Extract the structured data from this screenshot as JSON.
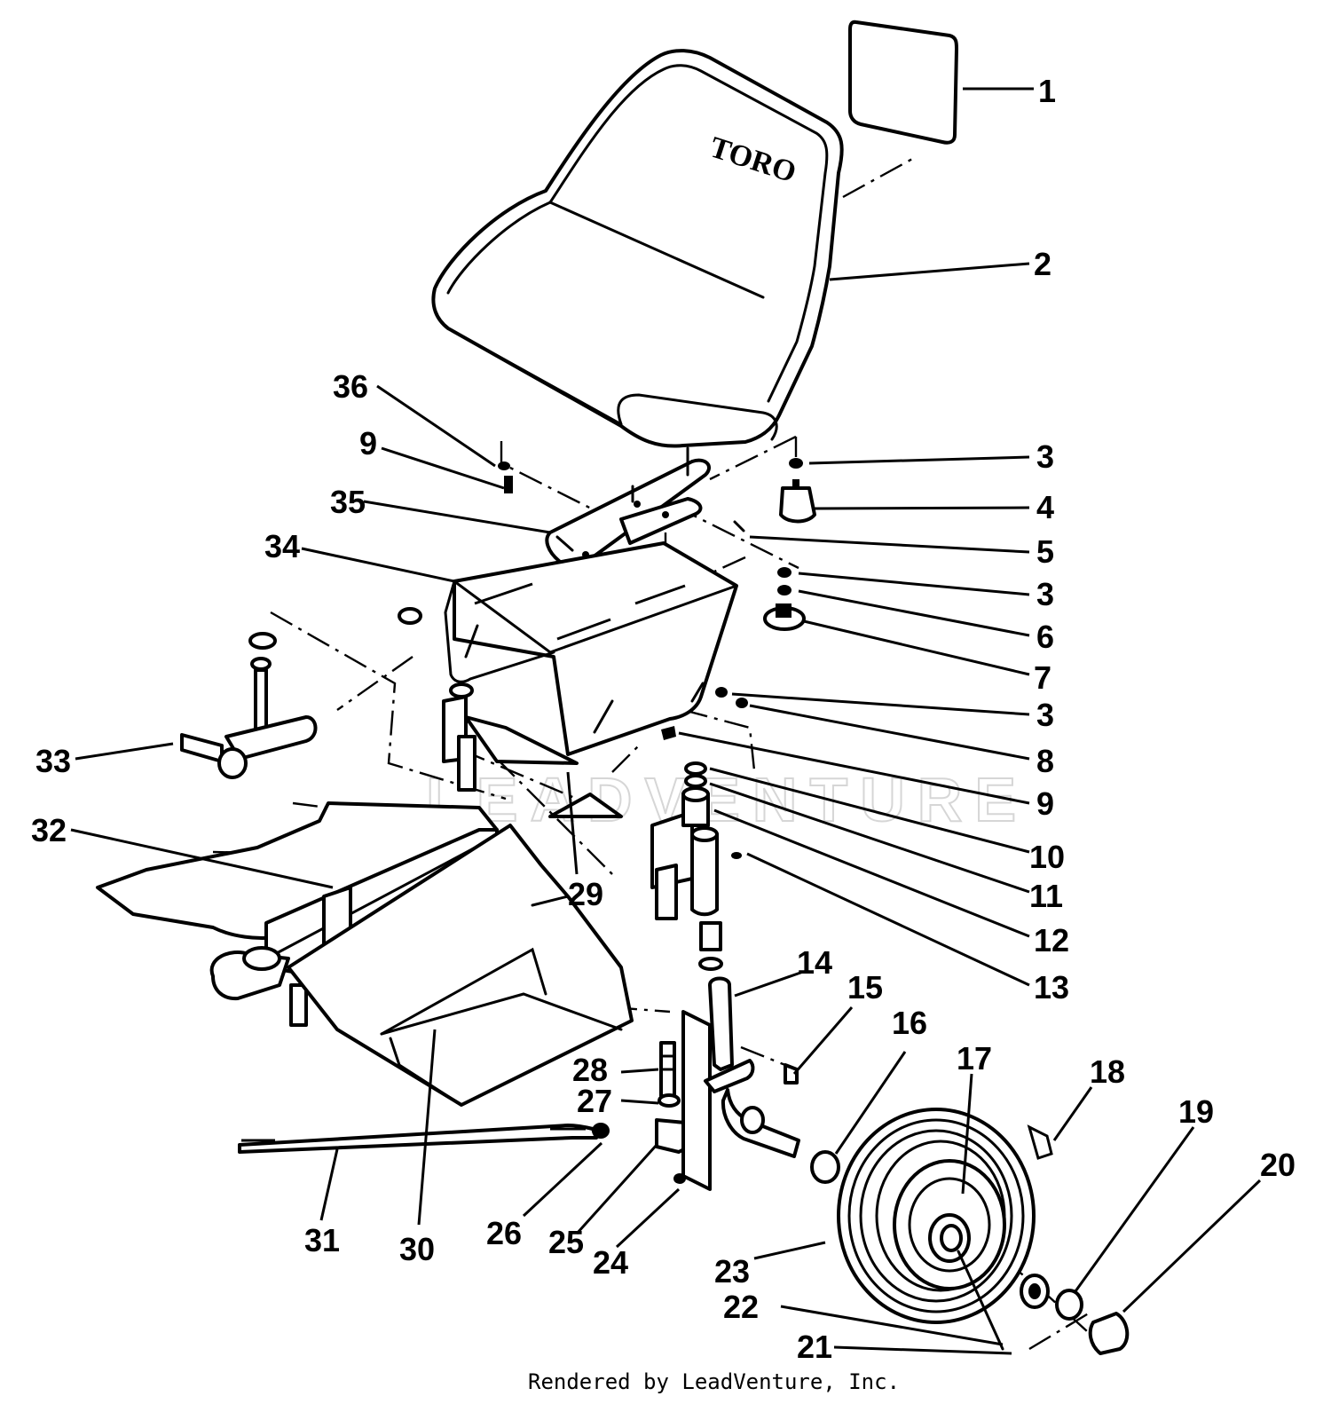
{
  "brand_text": "TORO",
  "watermark_text": "LEADVENTURE",
  "footer_text": "Rendered by LeadVenture, Inc.",
  "callouts": [
    {
      "id": "c1",
      "label": "1"
    },
    {
      "id": "c2",
      "label": "2"
    },
    {
      "id": "c3a",
      "label": "3"
    },
    {
      "id": "c4",
      "label": "4"
    },
    {
      "id": "c5",
      "label": "5"
    },
    {
      "id": "c3b",
      "label": "3"
    },
    {
      "id": "c6",
      "label": "6"
    },
    {
      "id": "c7",
      "label": "7"
    },
    {
      "id": "c3c",
      "label": "3"
    },
    {
      "id": "c8",
      "label": "8"
    },
    {
      "id": "c9a",
      "label": "9"
    },
    {
      "id": "c10",
      "label": "10"
    },
    {
      "id": "c11",
      "label": "11"
    },
    {
      "id": "c12",
      "label": "12"
    },
    {
      "id": "c13",
      "label": "13"
    },
    {
      "id": "c14",
      "label": "14"
    },
    {
      "id": "c15",
      "label": "15"
    },
    {
      "id": "c16",
      "label": "16"
    },
    {
      "id": "c17",
      "label": "17"
    },
    {
      "id": "c18",
      "label": "18"
    },
    {
      "id": "c19",
      "label": "19"
    },
    {
      "id": "c20",
      "label": "20"
    },
    {
      "id": "c21",
      "label": "21"
    },
    {
      "id": "c22",
      "label": "22"
    },
    {
      "id": "c23",
      "label": "23"
    },
    {
      "id": "c24",
      "label": "24"
    },
    {
      "id": "c25",
      "label": "25"
    },
    {
      "id": "c26",
      "label": "26"
    },
    {
      "id": "c27",
      "label": "27"
    },
    {
      "id": "c28",
      "label": "28"
    },
    {
      "id": "c29",
      "label": "29"
    },
    {
      "id": "c30",
      "label": "30"
    },
    {
      "id": "c31",
      "label": "31"
    },
    {
      "id": "c32",
      "label": "32"
    },
    {
      "id": "c33",
      "label": "33"
    },
    {
      "id": "c34",
      "label": "34"
    },
    {
      "id": "c35",
      "label": "35"
    },
    {
      "id": "c36",
      "label": "36"
    },
    {
      "id": "c9b",
      "label": "9"
    }
  ]
}
